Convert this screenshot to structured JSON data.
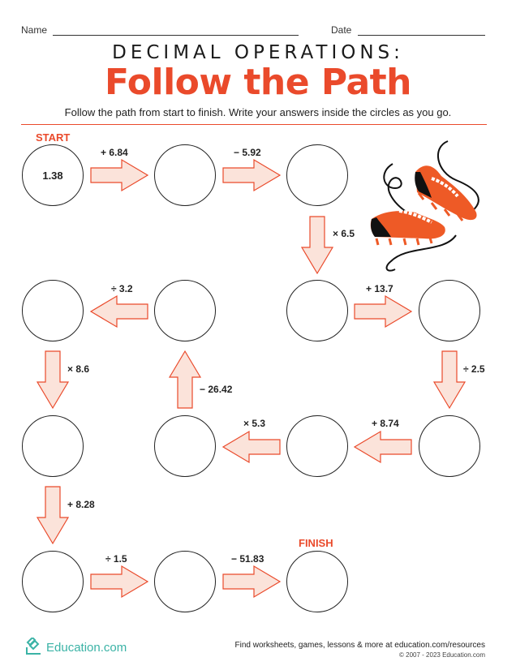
{
  "header": {
    "name_label": "Name",
    "date_label": "Date",
    "subtitle": "DECIMAL OPERATIONS:",
    "title": "Follow the Path",
    "instructions": "Follow the path from start to finish. Write your answers inside the circles as you go."
  },
  "path": {
    "start_label": "START",
    "finish_label": "FINISH",
    "start_value": "1.38",
    "operations": [
      "+ 6.84",
      "− 5.92",
      "× 6.5",
      "+ 13.7",
      "÷ 2.5",
      "+ 8.74",
      "× 5.3",
      "− 26.42",
      "÷ 3.2",
      "× 8.6",
      "+ 8.28",
      "÷ 1.5",
      "− 51.83"
    ]
  },
  "footer": {
    "brand": "Education.com",
    "tagline": "Find worksheets, games, lessons & more at education.com/resources",
    "copyright": "© 2007 - 2023 Education.com"
  },
  "colors": {
    "accent": "#ea4a2b",
    "arrow_fill": "#fbe3da",
    "logo": "#3bb3a6"
  }
}
